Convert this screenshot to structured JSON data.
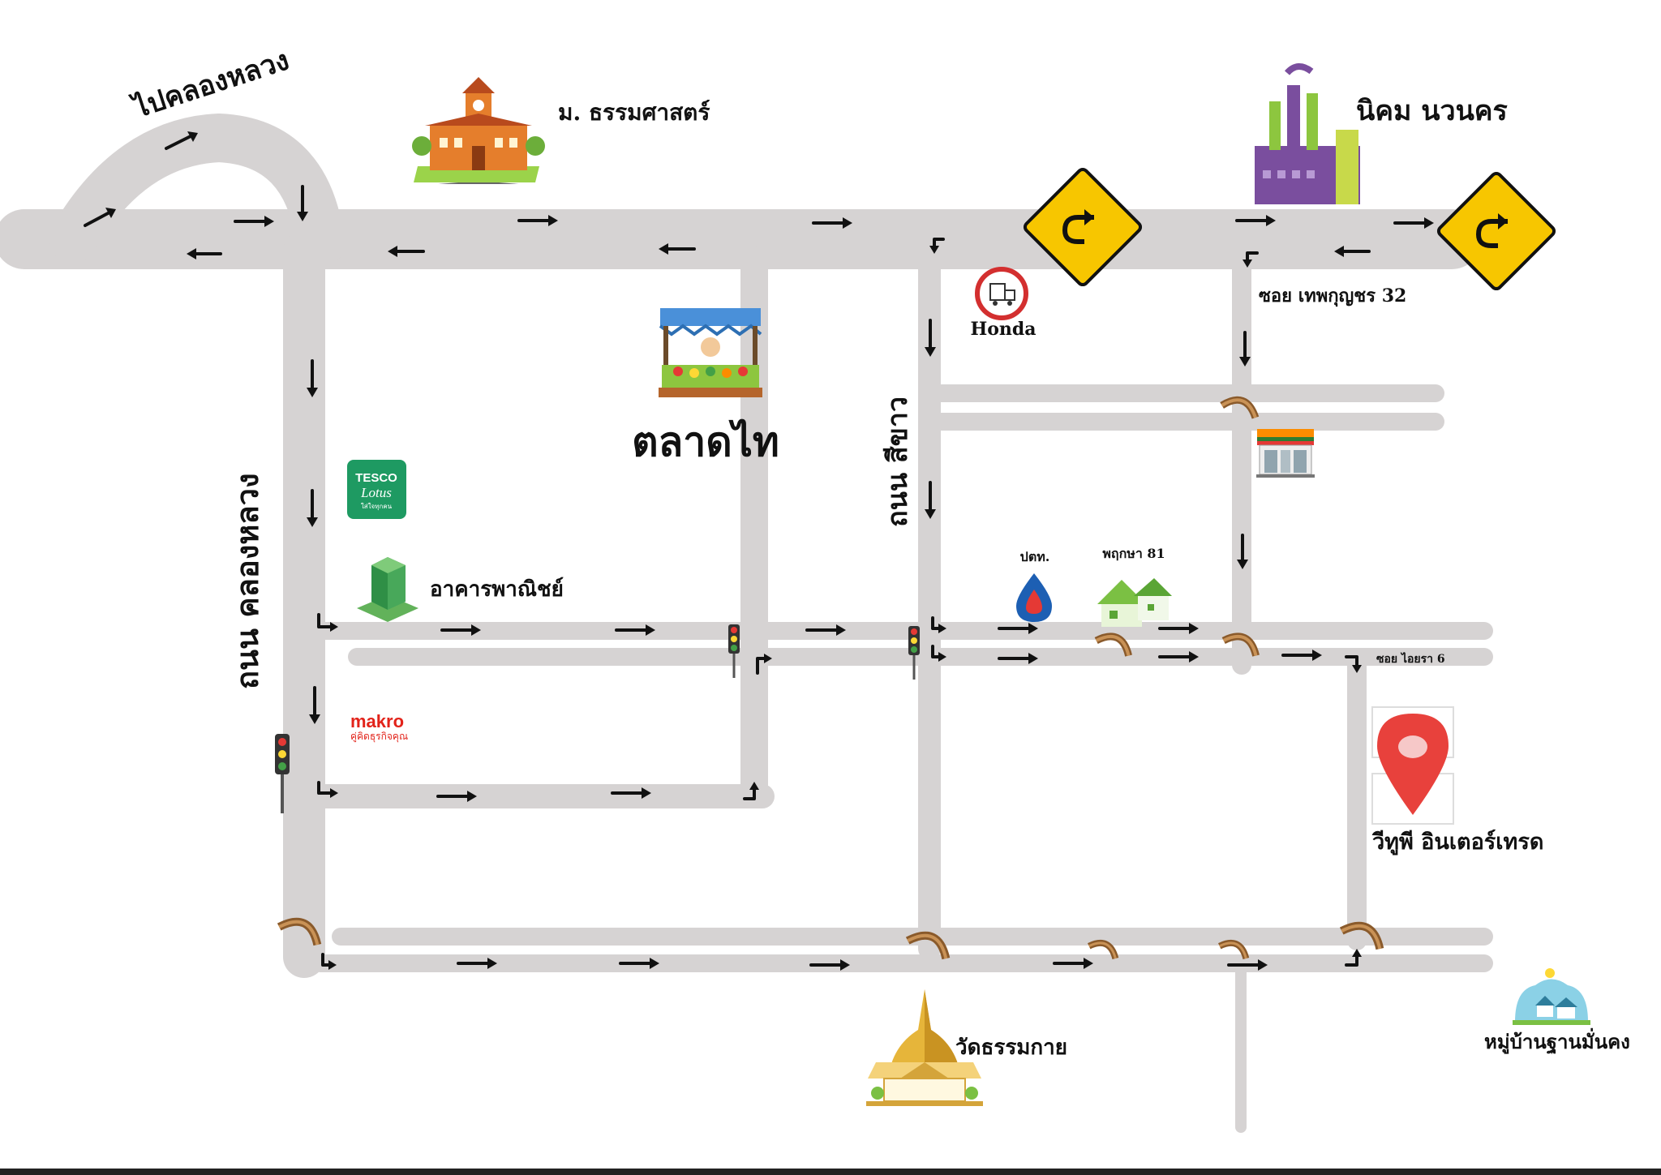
{
  "labels": {
    "to_khlong_luang": "ไปคลองหลวง",
    "university": "ม. ธรรมศาสตร์",
    "industrial_estate": "นิคม นวนคร",
    "soi_thepkunchon": "ซอย เทพกุญชร 32",
    "honda": "Honda",
    "talad_thai": "ตลาดไท",
    "road_sikhao": "ถนน สีขาว",
    "road_khlong_luang": "ถนน คลองหลวง",
    "tesco_line1": "TESCO",
    "tesco_line2": "Lotus",
    "tesco_line3": "ใส่ใจทุกคน",
    "commercial_building": "อาคารพาณิชย์",
    "ptt": "ปตท.",
    "pruksa": "พฤกษา 81",
    "soi_aiyara": "ซอย ไอยรา 6",
    "makro_line1": "makro",
    "makro_line2": "คู่คิดธุรกิจคุณ",
    "destination": "วีทูพี อินเตอร์เทรด",
    "wat_dhammakaya": "วัดธรรมกาย",
    "village": "หมู่บ้านฐานมั่นคง"
  },
  "icons": {
    "uturn_sign": "u-turn-sign-icon",
    "traffic_light": "traffic-light-icon",
    "bridge": "bridge-icon",
    "location_pin": "map-pin-icon",
    "seven_eleven": "convenience-store-icon"
  },
  "colors": {
    "road": "#d6d3d3",
    "sign_yellow": "#f7c600",
    "tesco_green": "#1e9a62",
    "makro_red": "#e2231a",
    "pin_red": "#e8413c",
    "ptt_blue": "#1d5fb3",
    "temple_gold": "#e6b53a",
    "factory_purple": "#7a4e9e",
    "factory_green": "#8dc63f"
  }
}
